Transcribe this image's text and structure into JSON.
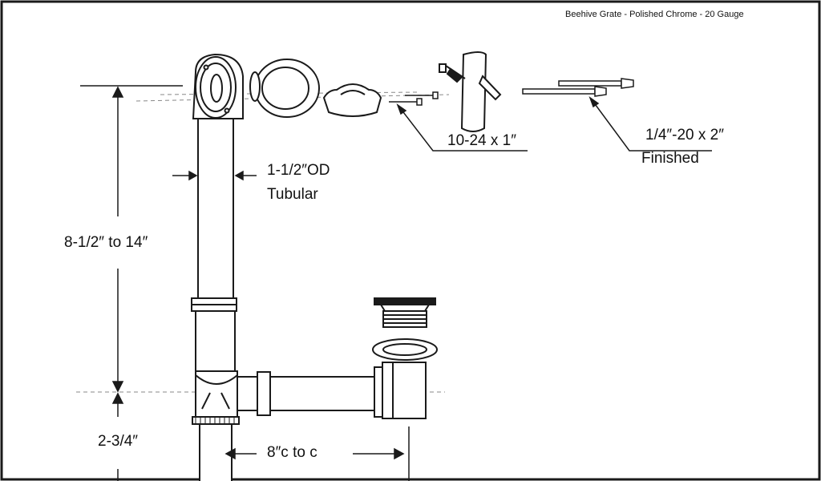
{
  "header": {
    "caption": "Beehive Grate - Polished Chrome - 20 Gauge"
  },
  "labels": {
    "screw_small": "10-24 x 1″",
    "screw_large_size": "1/4″-20 x 2″",
    "screw_large_finish": "Finished",
    "tube_od": "1-1/2″OD",
    "tube_type": "Tubular",
    "height_range": "8-1/2″ to 14″",
    "lower_height": "2-3/4″",
    "center_spacing": "8″c to c"
  },
  "colors": {
    "line": "#1a1a1a",
    "fill": "#ffffff",
    "dashed": "#888888"
  }
}
